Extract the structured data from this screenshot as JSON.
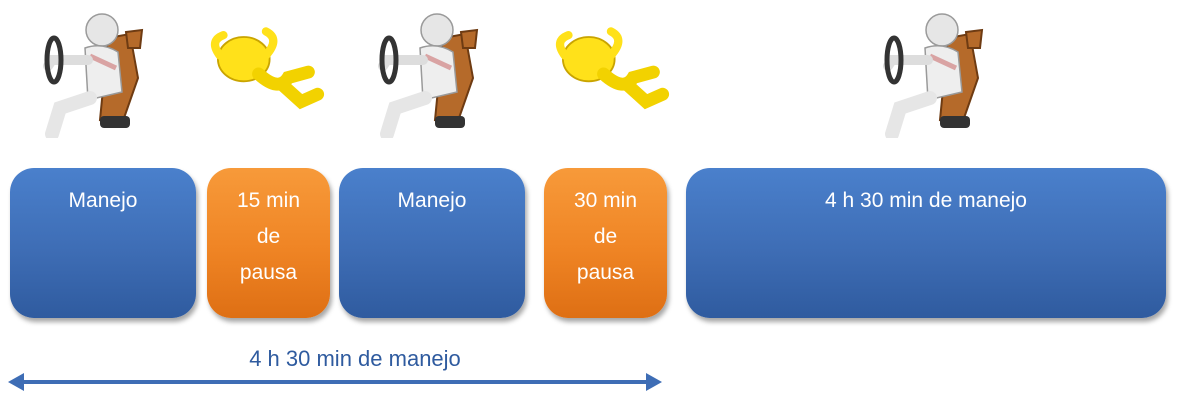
{
  "figures": [
    {
      "icon": "driver-icon"
    },
    {
      "icon": "resting-person-icon"
    },
    {
      "icon": "driver-icon"
    },
    {
      "icon": "resting-person-icon"
    },
    {
      "icon": "driver-icon"
    }
  ],
  "blocks": [
    {
      "lines": [
        "Manejo"
      ],
      "color": "#3e6db5"
    },
    {
      "lines": [
        "15 min",
        "de",
        "pausa"
      ],
      "color": "#ef8424"
    },
    {
      "lines": [
        "Manejo"
      ],
      "color": "#3e6db5"
    },
    {
      "lines": [
        "30 min",
        "de",
        "pausa"
      ],
      "color": "#ef8424"
    },
    {
      "lines": [
        "4 h 30 min de manejo"
      ],
      "color": "#3e6db5"
    }
  ],
  "span": {
    "label": "4 h 30 min de manejo",
    "color": "#3e6db5"
  }
}
